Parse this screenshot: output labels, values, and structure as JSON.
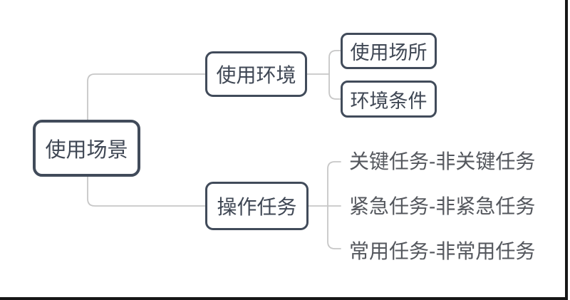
{
  "diagram": {
    "type": "mindmap",
    "root": {
      "label": "使用场景"
    },
    "branches": [
      {
        "label": "使用环境",
        "children": [
          {
            "label": "使用场所"
          },
          {
            "label": "环境条件"
          }
        ]
      },
      {
        "label": "操作任务",
        "children": [
          {
            "label": "关键任务-非关键任务"
          },
          {
            "label": "紧急任务-非紧急任务"
          },
          {
            "label": "常用任务-非常用任务"
          }
        ]
      }
    ],
    "colors": {
      "node_border": "#414b5a",
      "node_text": "#3f4754",
      "leaf_text": "#54575d",
      "connector": "#c7c7c7",
      "frame": "#161616",
      "background": "#ffffff"
    }
  }
}
